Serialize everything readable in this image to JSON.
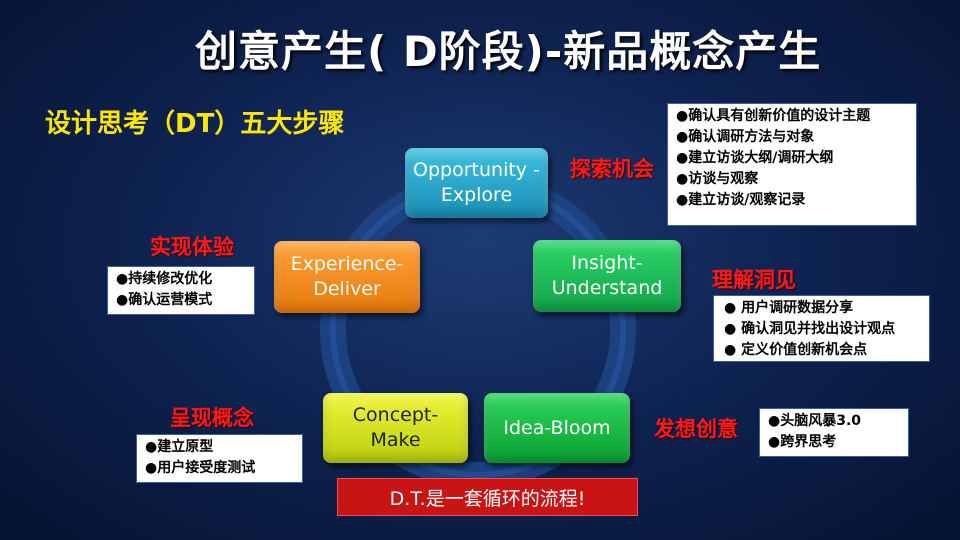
{
  "slide": {
    "title": "创意产生( D阶段)-新品概念产生",
    "subtitle": "设计思考（DT）五大步骤",
    "banner": "D.T.是一套循环的流程!"
  },
  "steps": [
    {
      "id": "opportunity",
      "label": "Opportunity -\nExplore",
      "color": "#2aaad0"
    },
    {
      "id": "insight",
      "label": "Insight-\nUnderstand",
      "color": "#1cc25a"
    },
    {
      "id": "idea",
      "label": "Idea-Bloom",
      "color": "#18bb48"
    },
    {
      "id": "concept",
      "label": "Concept-\nMake",
      "color": "#d8e420"
    },
    {
      "id": "experience",
      "label": "Experience-\nDeliver",
      "color": "#f08c20"
    }
  ],
  "stages": {
    "explore": {
      "label": "探索机会",
      "items": [
        "●确认具有创新价值的设计主题",
        "●确认调研方法与对象",
        "●建立访谈大纲/调研大纲",
        "●访谈与观察",
        "●建立访谈/观察记录"
      ]
    },
    "insight": {
      "label": "理解洞见",
      "items": [
        "● 用户调研数据分享",
        "● 确认洞见并找出设计观点",
        "● 定义价值创新机会点"
      ]
    },
    "idea": {
      "label": "发想创意",
      "items": [
        "●头脑风暴3.0",
        "●跨界思考"
      ]
    },
    "concept": {
      "label": "呈现概念",
      "items": [
        "●建立原型",
        "●用户接受度测试"
      ]
    },
    "experience": {
      "label": "实现体验",
      "items": [
        "●持续修改优化",
        "●确认运营模式"
      ]
    }
  }
}
